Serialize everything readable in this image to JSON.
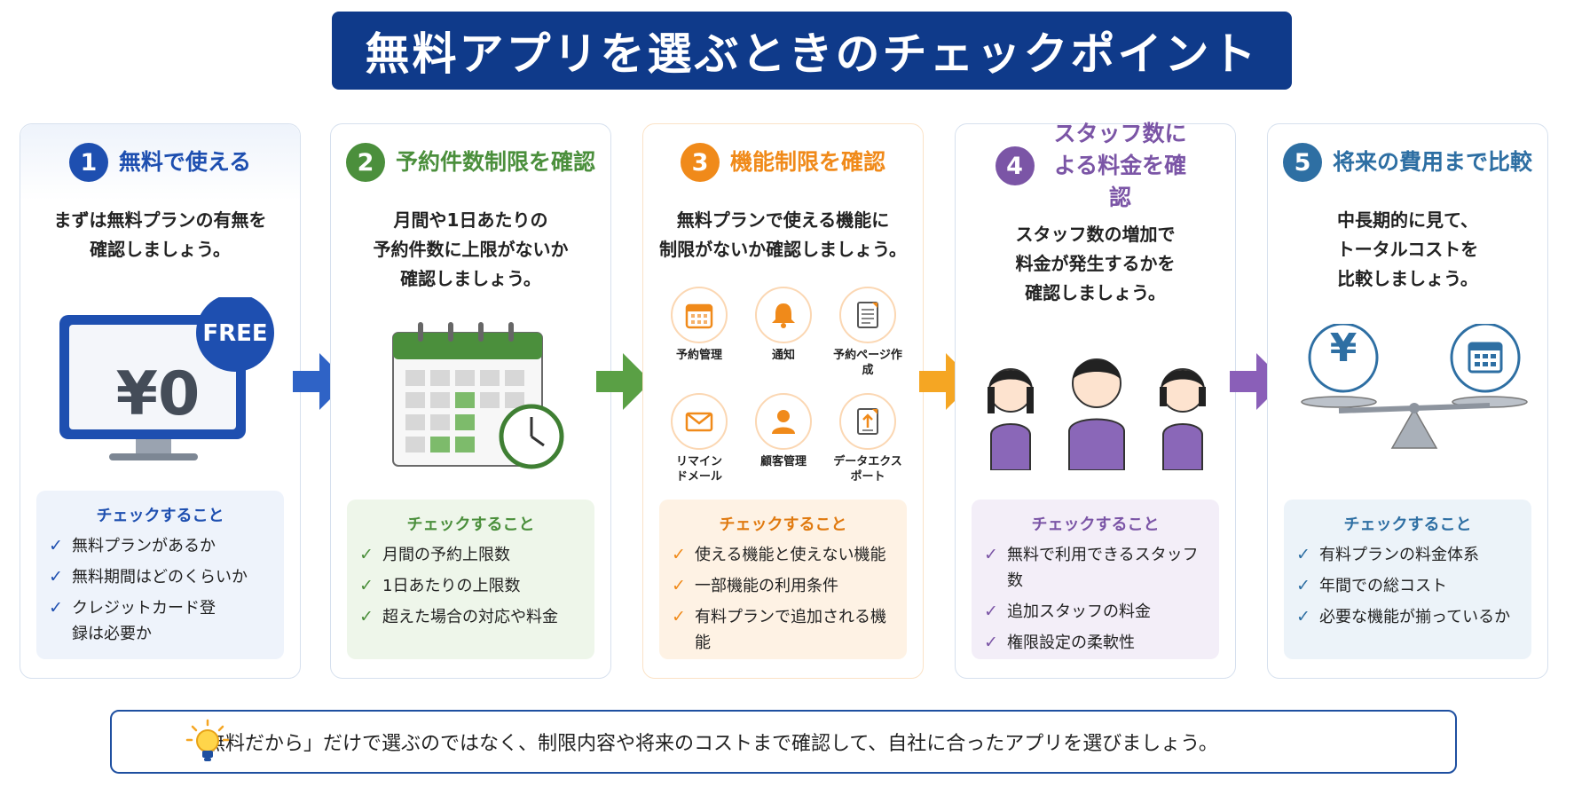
{
  "title": "無料アプリを選ぶときのチェックポイント",
  "colors": {
    "title_bg": "#0f3a8a",
    "step1": "#1e4fb0",
    "step2": "#4b8f3c",
    "step3": "#f08a1a",
    "step4": "#7b55a6",
    "step5": "#2e6fa3"
  },
  "cards": [
    {
      "number": "1",
      "title": "無料で使える",
      "desc_lines": [
        "まずは無料プランの有無を",
        "確認しましょう。"
      ],
      "illustration": {
        "price": "¥0",
        "badge": "FREE"
      },
      "check_title": "チェックすること",
      "checks": [
        "無料プランがあるか",
        "無料期間はどのくらいか",
        "クレジットカード登録は必要か"
      ]
    },
    {
      "number": "2",
      "title": "予約件数制限を確認",
      "desc_lines": [
        "月間や1日あたりの",
        "予約件数に上限がないか",
        "確認しましょう。"
      ],
      "check_title": "チェックすること",
      "checks": [
        "月間の予約上限数",
        "1日あたりの上限数",
        "超えた場合の対応や料金"
      ]
    },
    {
      "number": "3",
      "title": "機能制限を確認",
      "desc_lines": [
        "無料プランで使える機能に",
        "制限がないか確認しましょう。"
      ],
      "features": [
        {
          "icon": "calendar-icon",
          "label": "予約管理"
        },
        {
          "icon": "bell-icon",
          "label": "通知"
        },
        {
          "icon": "document-icon",
          "label": "予約ページ作成"
        },
        {
          "icon": "mail-icon",
          "label": "リマインドメール"
        },
        {
          "icon": "person-icon",
          "label": "顧客管理"
        },
        {
          "icon": "export-icon",
          "label": "データエクスポート"
        }
      ],
      "check_title": "チェックすること",
      "checks": [
        "使える機能と使えない機能",
        "一部機能の利用条件",
        "有料プランで追加される機能"
      ]
    },
    {
      "number": "4",
      "title": "スタッフ数による料金を確認",
      "desc_lines": [
        "スタッフ数の増加で",
        "料金が発生するかを",
        "確認しましょう。"
      ],
      "check_title": "チェックすること",
      "checks": [
        "無料で利用できるスタッフ数",
        "追加スタッフの料金",
        "権限設定の柔軟性"
      ]
    },
    {
      "number": "5",
      "title": "将来の費用まで比較",
      "desc_lines": [
        "中長期的に見て、",
        "トータルコストを",
        "比較しましょう。"
      ],
      "illustration": {
        "price": "¥"
      },
      "check_title": "チェックすること",
      "checks": [
        "有料プランの料金体系",
        "年間での総コスト",
        "必要な機能が揃っているか"
      ]
    }
  ],
  "bottom_note": "「無料だから」だけで選ぶのではなく、制限内容や将来のコストまで確認して、自社に合ったアプリを選びましょう。"
}
